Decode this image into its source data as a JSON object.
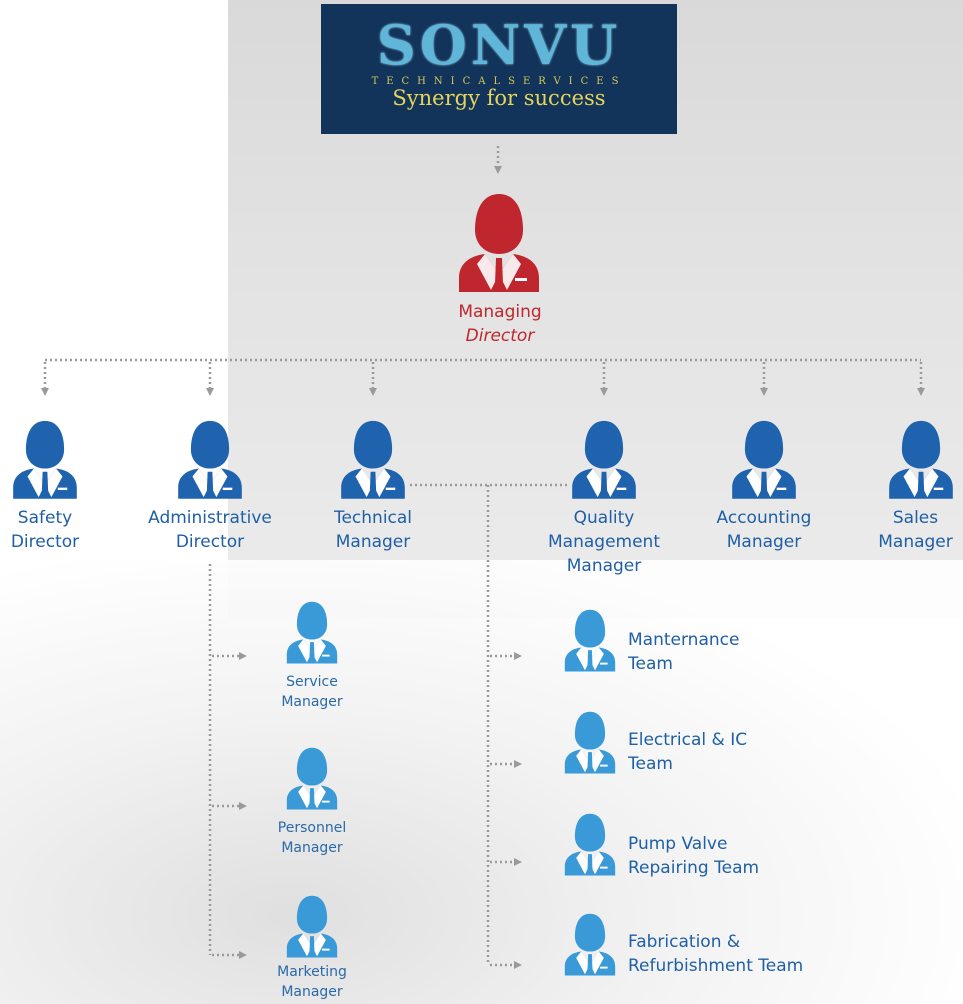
{
  "logo": {
    "brand": "SONVU",
    "subtitle": "TECHNICALSERVICES",
    "tagline": "Synergy for success"
  },
  "colors": {
    "dark_blue": "#1f63ae",
    "light_blue": "#3a9ad8",
    "red": "#c0262d",
    "connector": "#9a9a9a"
  },
  "top": {
    "managing_director": {
      "line1": "Managing",
      "line2": "Director"
    }
  },
  "directors": [
    {
      "line1": "Safety",
      "line2": "Director"
    },
    {
      "line1": "Administrative",
      "line2": "Director"
    },
    {
      "line1": "Technical",
      "line2": "Manager"
    },
    {
      "line1": "Quality",
      "line2": "Management",
      "line3": "Manager"
    },
    {
      "line1": "Accounting",
      "line2": "Manager"
    },
    {
      "line1": "Sales",
      "line2": "Manager"
    }
  ],
  "admin_reports": [
    {
      "line1": "Service",
      "line2": "Manager"
    },
    {
      "line1": "Personnel",
      "line2": "Manager"
    },
    {
      "line1": "Marketing",
      "line2": "Manager"
    }
  ],
  "technical_teams": [
    {
      "line1": "Manternance",
      "line2": "Team"
    },
    {
      "line1": "Electrical & IC",
      "line2": "Team"
    },
    {
      "line1": "Pump Valve",
      "line2": "Repairing Team"
    },
    {
      "line1": "Fabrication &",
      "line2": "Refurbishment Team"
    }
  ]
}
